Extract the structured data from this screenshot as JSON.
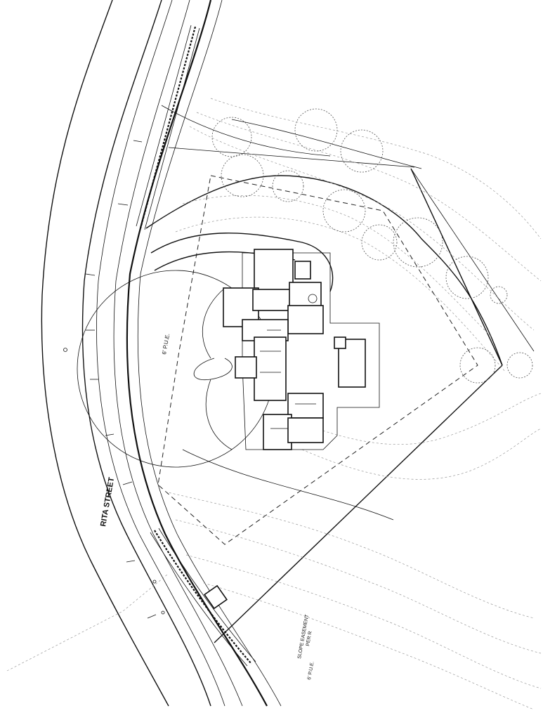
{
  "labels": {
    "street": "RITA STREET",
    "pue_top": "6' P.U.E.",
    "pue_bottom": "6' P.U.E.",
    "slope_easement_line1": "SLOPE EASEMENT",
    "slope_easement_line2": "PER R"
  }
}
